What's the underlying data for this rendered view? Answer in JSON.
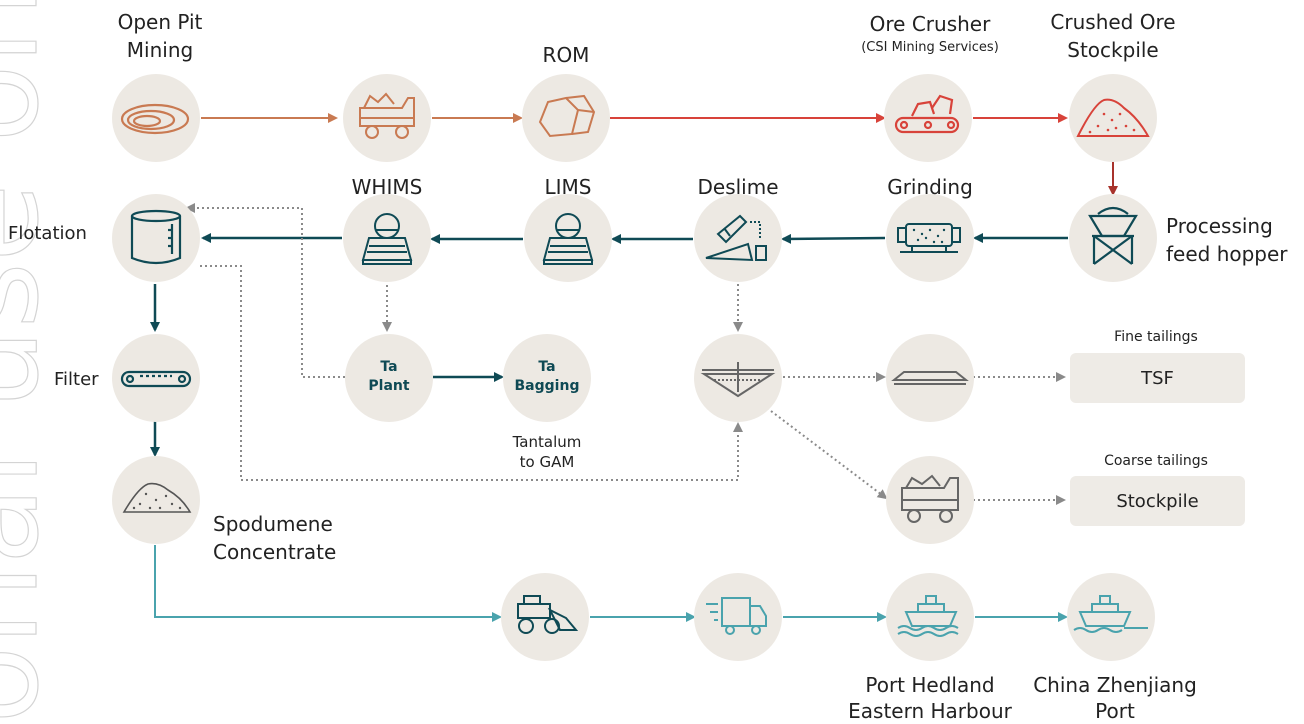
{
  "watermark": "onal use onl",
  "nodes": {
    "open_pit": {
      "l1": "Open Pit",
      "l2": "Mining"
    },
    "rom": {
      "label": "ROM"
    },
    "ore_crusher": {
      "label": "Ore Crusher",
      "sub": "(CSI Mining Services)"
    },
    "crushed_ore": {
      "l1": "Crushed Ore",
      "l2": "Stockpile"
    },
    "whims": {
      "label": "WHIMS"
    },
    "lims": {
      "label": "LIMS"
    },
    "deslime": {
      "label": "Deslime"
    },
    "grinding": {
      "label": "Grinding"
    },
    "hopper": {
      "l1": "Processing",
      "l2": "feed hopper"
    },
    "flotation": {
      "label": "Flotation"
    },
    "filter": {
      "label": "Filter"
    },
    "spodumene": {
      "l1": "Spodumene",
      "l2": "Concentrate"
    },
    "ta_plant": {
      "l1": "Ta",
      "l2": "Plant"
    },
    "ta_bagging": {
      "l1": "Ta",
      "l2": "Bagging"
    },
    "tantalum": {
      "l1": "Tantalum",
      "l2": "to GAM"
    },
    "port_hedland": {
      "l1": "Port Hedland",
      "l2": "Eastern Harbour"
    },
    "china_port": {
      "l1": "China Zhenjiang",
      "l2": "Port"
    }
  },
  "outputs": {
    "tsf": {
      "label": "TSF",
      "caption": "Fine tailings"
    },
    "stockpile": {
      "label": "Stockpile",
      "caption": "Coarse tailings"
    }
  },
  "colors": {
    "circle": "#ede9e3",
    "orange": "#c97a52",
    "red": "#d8433a",
    "dark_red": "#a8332c",
    "teal_dark": "#0f4a55",
    "teal_light": "#4aa3ad",
    "dotted": "#8a8a8a",
    "icon_grey": "#666666"
  }
}
